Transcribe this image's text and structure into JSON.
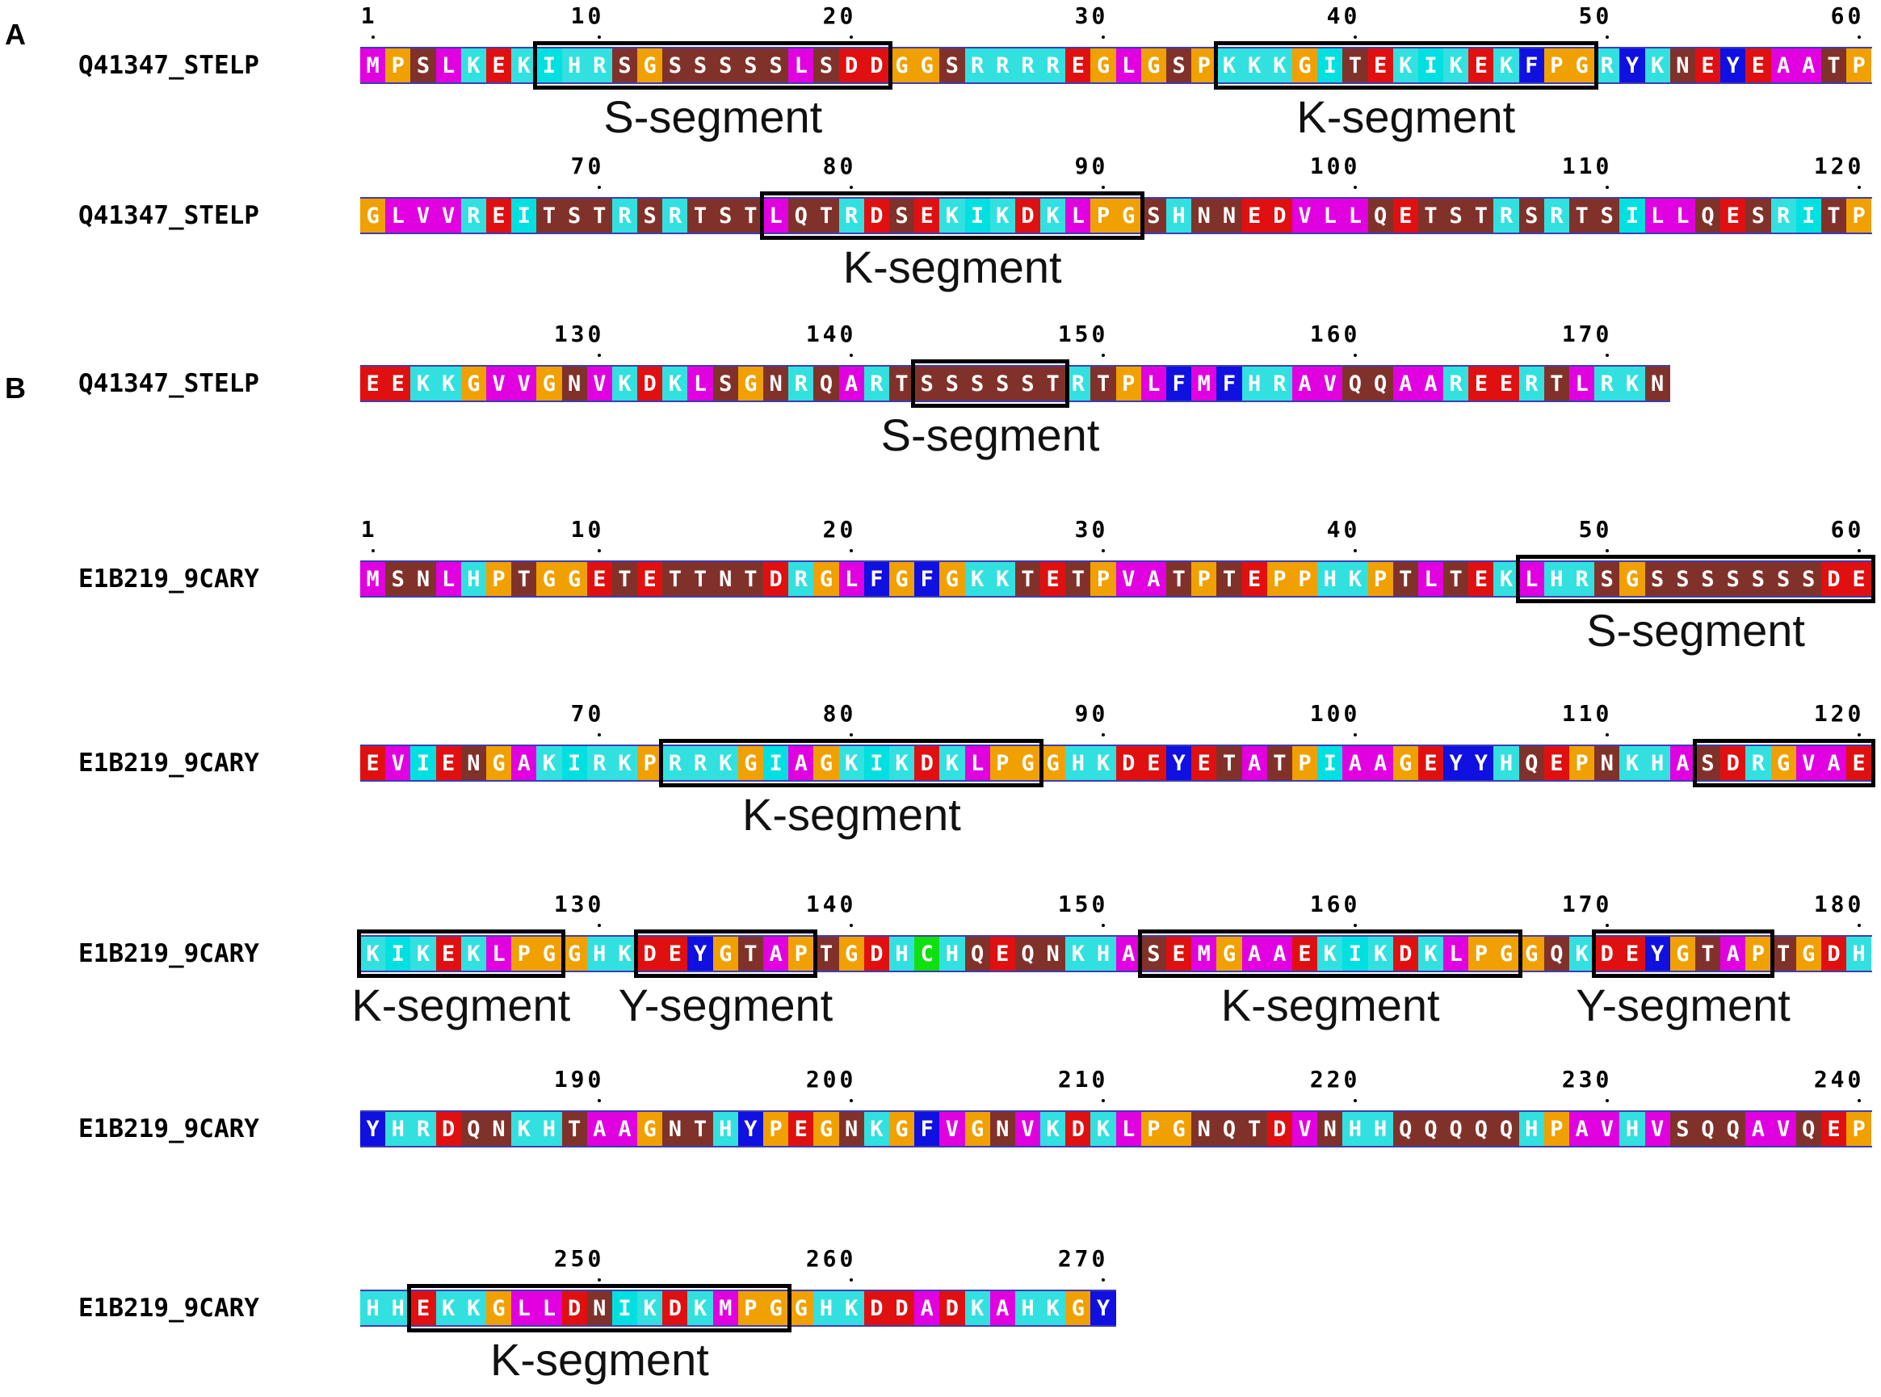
{
  "colors": {
    "M": "#e000e0",
    "L": "#e000e0",
    "V": "#e000e0",
    "I": "#00e0e0",
    "P": "#f0a000",
    "G": "#f0a000",
    "A": "#e000e0",
    "S": "#80322a",
    "T": "#80322a",
    "N": "#80322a",
    "Q": "#80322a",
    "K": "#33e0e0",
    "R": "#33e0e0",
    "H": "#33e0e0",
    "E": "#e01010",
    "D": "#e01010",
    "F": "#1010e0",
    "Y": "#1010e0",
    "W": "#1010e0",
    "C": "#10e010"
  },
  "panels": [
    {
      "label": "A",
      "key": "A"
    },
    {
      "label": "B",
      "key": "B"
    }
  ],
  "rows": [
    {
      "panel": "A",
      "name": "Q41347_STELP",
      "start": 1,
      "sequence": "MPSLKEKIHRSGSSSSSLSDDGGSRRRREGLGSPKKKGITEKIKEKFPGRYKNEYEAATP"
    },
    {
      "panel": "A",
      "name": "Q41347_STELP",
      "start": 61,
      "sequence": "GLVVREITSTRSRTSTLQTRDSEKIKDKLPGSHNNEDVLLQETSTRSRTSILLQESRITP"
    },
    {
      "panel": "A",
      "name": "Q41347_STELP",
      "start": 121,
      "sequence": "EEKKGVVGNVKDKLSGNRQARTSSSSSTRTPLFMFHRAVQQAAREERTLRKN"
    },
    {
      "panel": "B",
      "name": "E1B219_9CARY",
      "start": 1,
      "sequence": "MSNLHPTGGETETTNTDRGLFGFGKKTETPVATPTEPPHKPTLTEKLHRSGSSSSSSSDE"
    },
    {
      "panel": "B",
      "name": "E1B219_9CARY",
      "start": 61,
      "sequence": "EVIENGAKIRKPRRKGIAGKIKDKLPGGHKDEYETATPIAAGEYYHQEPNKHASDRGVAE"
    },
    {
      "panel": "B",
      "name": "E1B219_9CARY",
      "start": 121,
      "sequence": "KIKEKLPGGHKDEYGTAPTGDHCHQEQNKHASEMGAAEKIKDKLPGGQKDEYGTAPTGDH"
    },
    {
      "panel": "B",
      "name": "E1B219_9CARY",
      "start": 181,
      "sequence": "YHRDQNKHTAAGNTHYPEGNKGFVGNVKDKLPGNQTDVNHHQQQQQHPAVHVSQQAVQEP"
    },
    {
      "panel": "B",
      "name": "E1B219_9CARY",
      "start": 241,
      "sequence": "HHEKKGLLDNIKDKMPGGHKDDADKAHKGY"
    }
  ],
  "ticks": {
    "row0": [
      "1",
      "10",
      "20",
      "30",
      "40",
      "50",
      "60"
    ],
    "row1": [
      "70",
      "80",
      "90",
      "100",
      "110",
      "120"
    ],
    "row2": [
      "130",
      "140",
      "150",
      "160",
      "170"
    ],
    "row3": [
      "1",
      "10",
      "20",
      "30",
      "40",
      "50",
      "60"
    ],
    "row4": [
      "70",
      "80",
      "90",
      "100",
      "110",
      "120"
    ],
    "row5": [
      "130",
      "140",
      "150",
      "160",
      "170",
      "180"
    ],
    "row6": [
      "190",
      "200",
      "210",
      "220",
      "230",
      "240"
    ],
    "row7": [
      "250",
      "260",
      "270"
    ]
  },
  "segments": [
    {
      "row": 0,
      "from": 8,
      "to": 21,
      "label": "S-segment"
    },
    {
      "row": 0,
      "from": 35,
      "to": 49,
      "label": "K-segment"
    },
    {
      "row": 1,
      "from": 77,
      "to": 91,
      "label": "K-segment"
    },
    {
      "row": 2,
      "from": 143,
      "to": 148,
      "label": "S-segment"
    },
    {
      "row": 3,
      "from": 47,
      "to": 60,
      "label": "S-segment"
    },
    {
      "row": 4,
      "from": 73,
      "to": 87,
      "label": "K-segment"
    },
    {
      "row": 4,
      "from": 114,
      "to": 120,
      "label": ""
    },
    {
      "row": 5,
      "from": 121,
      "to": 128,
      "label": "K-segment"
    },
    {
      "row": 5,
      "from": 132,
      "to": 138,
      "label": "Y-segment"
    },
    {
      "row": 5,
      "from": 152,
      "to": 166,
      "label": "K-segment"
    },
    {
      "row": 5,
      "from": 170,
      "to": 176,
      "label": "Y-segment"
    },
    {
      "row": 7,
      "from": 243,
      "to": 257,
      "label": "K-segment"
    }
  ]
}
